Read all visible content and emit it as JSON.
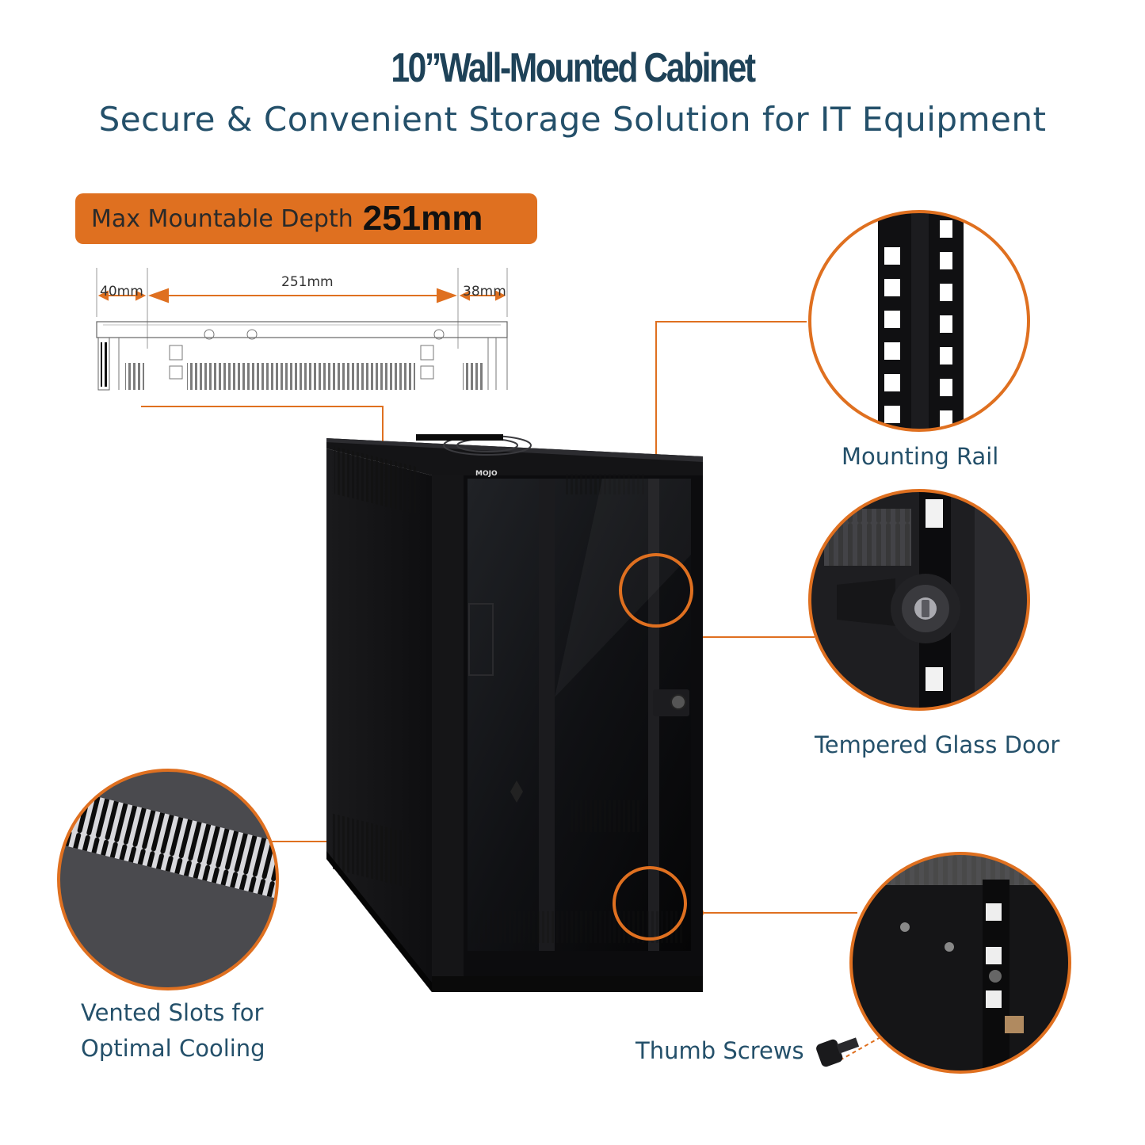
{
  "header": {
    "title": "10”Wall-Mounted Cabinet",
    "subtitle": "Secure & Convenient Storage Solution for IT Equipment"
  },
  "depth_badge": {
    "label": "Max Mountable Depth",
    "value": "251mm"
  },
  "diagram": {
    "left_offset": "40mm",
    "depth": "251mm",
    "right_offset": "38mm"
  },
  "callouts": {
    "mounting_rail": "Mounting Rail",
    "glass_door": "Tempered Glass Door",
    "vent_line1": "Vented Slots for",
    "vent_line2": "Optimal Cooling",
    "thumb_screws": "Thumb Screws"
  },
  "product": {
    "brand": "MOJO"
  },
  "colors": {
    "accent": "#df7020",
    "title": "#1e4258",
    "text": "#24506a"
  }
}
